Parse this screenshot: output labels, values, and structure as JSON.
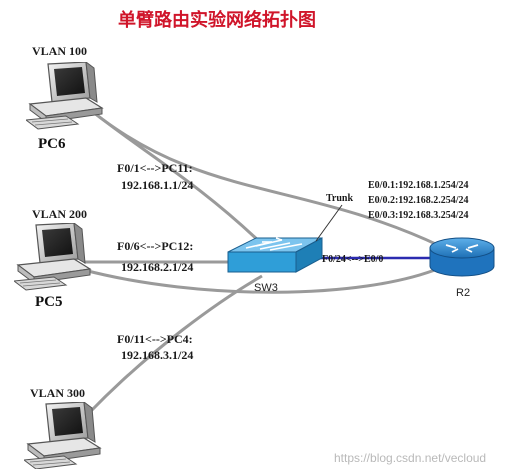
{
  "title": "单臂路由实验网络拓扑图",
  "colors": {
    "title": "#d0152a",
    "link": "#9a9a9a",
    "trunk_link": "#2b2bb0",
    "switch": "#2f9ed8",
    "router": "#2b86cf"
  },
  "icons": {
    "pc": "desktop-computer-icon",
    "switch": "switch-icon",
    "router": "router-icon"
  },
  "pcs": [
    {
      "vlan": "VLAN 100",
      "name": "PC6",
      "port_map": "F0/1<-->PC11:",
      "ip": "192.168.1.1/24"
    },
    {
      "vlan": "VLAN 200",
      "name": "PC5",
      "port_map": "F0/6<-->PC12:",
      "ip": "192.168.2.1/24"
    },
    {
      "vlan": "VLAN 300",
      "name": "",
      "port_map": "F0/11<-->PC4:",
      "ip": "192.168.3.1/24"
    }
  ],
  "switch": {
    "name": "SW3"
  },
  "router": {
    "name": "R2",
    "subinterfaces": [
      "E0/0.1:192.168.1.254/24",
      "E0/0.2:192.168.2.254/24",
      "E0/0.3:192.168.3.254/24"
    ]
  },
  "trunk": {
    "label": "Trunk",
    "link_label": "F0/24<-->E0/0"
  },
  "watermark": "https://blog.csdn.net/vecloud"
}
